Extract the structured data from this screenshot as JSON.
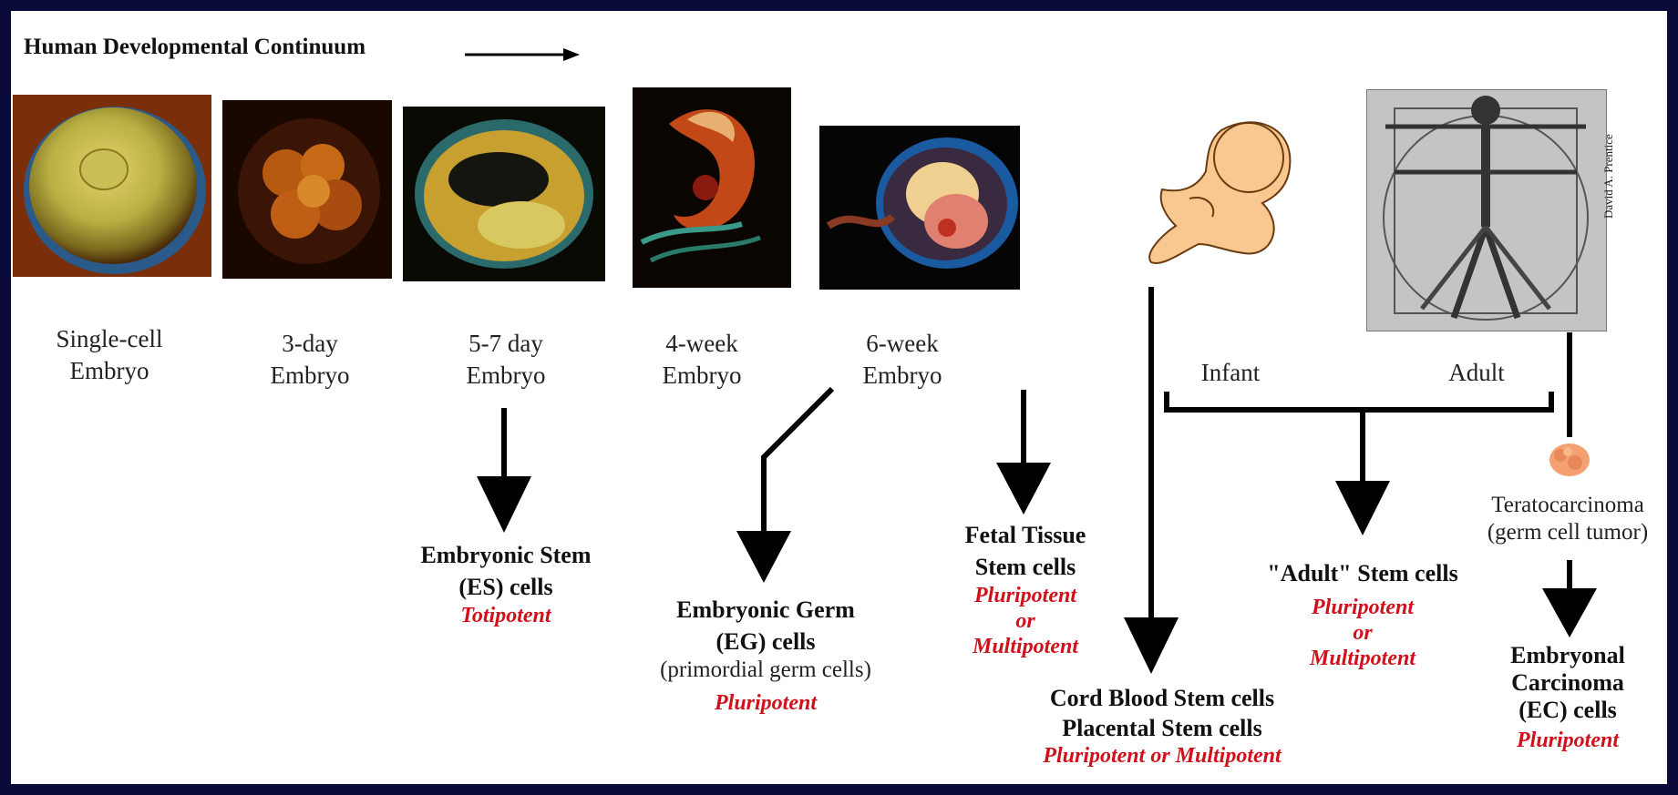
{
  "title": "Human Developmental Continuum",
  "stages": [
    {
      "line1": "Single-cell",
      "line2": "Embryo"
    },
    {
      "line1": "3-day",
      "line2": "Embryo"
    },
    {
      "line1": "5-7 day",
      "line2": "Embryo"
    },
    {
      "line1": "4-week",
      "line2": "Embryo"
    },
    {
      "line1": "6-week",
      "line2": "Embryo"
    }
  ],
  "infant_label": "Infant",
  "adult_label": "Adult",
  "credit": "David A. Prentice",
  "teratocarcinoma": {
    "line1": "Teratocarcinoma",
    "line2": "(germ cell tumor)"
  },
  "cell_types": {
    "es": {
      "line1": "Embryonic Stem",
      "line2": "(ES) cells",
      "potency": "Totipotent"
    },
    "eg": {
      "line1": "Embryonic Germ",
      "line2": "(EG) cells",
      "sub": "(primordial germ cells)",
      "potency": "Pluripotent"
    },
    "fetal": {
      "line1": "Fetal Tissue",
      "line2": "Stem cells",
      "potency1": "Pluripotent",
      "potency2": "or",
      "potency3": "Multipotent"
    },
    "cord": {
      "line1": "Cord Blood Stem cells",
      "line2": "Placental Stem cells",
      "potency": "Pluripotent or Multipotent"
    },
    "adult": {
      "line1": "\"Adult\" Stem cells",
      "potency1": "Pluripotent",
      "potency2": "or",
      "potency3": "Multipotent"
    },
    "ec": {
      "line1": "Embryonal",
      "line2": "Carcinoma",
      "line3": "(EC) cells",
      "potency": "Pluripotent"
    }
  }
}
